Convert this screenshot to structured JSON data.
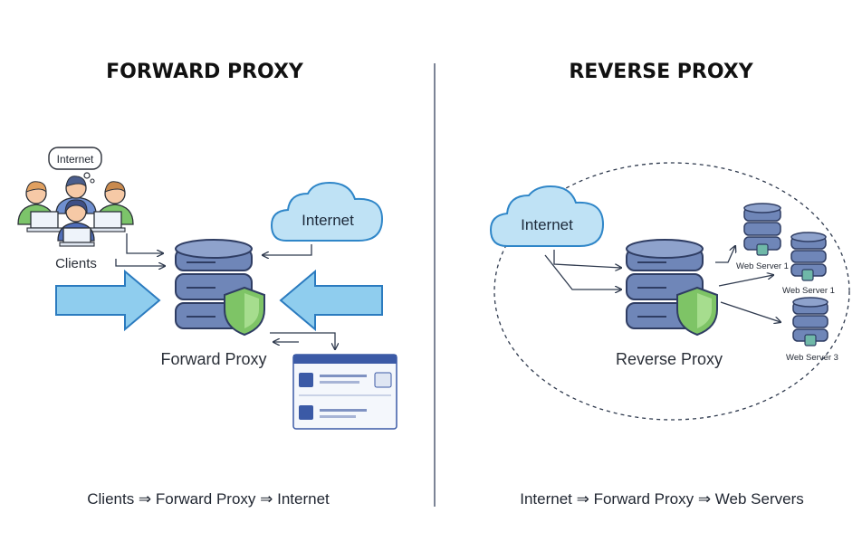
{
  "forward": {
    "title": "FORWARD PROXY",
    "bubble": "Internet",
    "clients_label": "Clients",
    "cloud": "Internet",
    "proxy_label": "Forward Proxy",
    "caption": "Clients ⇒ Forward Proxy ⇒ Internet"
  },
  "reverse": {
    "title": "REVERSE PROXY",
    "cloud": "Internet",
    "proxy_label": "Reverse Proxy",
    "servers": [
      "Web Server 1",
      "Web Server 1",
      "Web Server 3"
    ],
    "caption": "Internet ⇒ Forward Proxy ⇒ Web Servers"
  },
  "colors": {
    "arrow_fill": "#8fcdee",
    "arrow_stroke": "#2b7bbf",
    "server": "#6f86b8",
    "server_dark": "#3d4f7c",
    "shield": "#7ec466",
    "cloud_fill": "#bfe2f5",
    "cloud_stroke": "#2f86c8",
    "divider": "#44506a"
  },
  "icons": {
    "person": "person-icon",
    "laptop": "laptop-icon",
    "server": "server-stack-icon",
    "shield": "shield-icon",
    "cloud": "cloud-icon",
    "browser": "browser-window-icon"
  }
}
